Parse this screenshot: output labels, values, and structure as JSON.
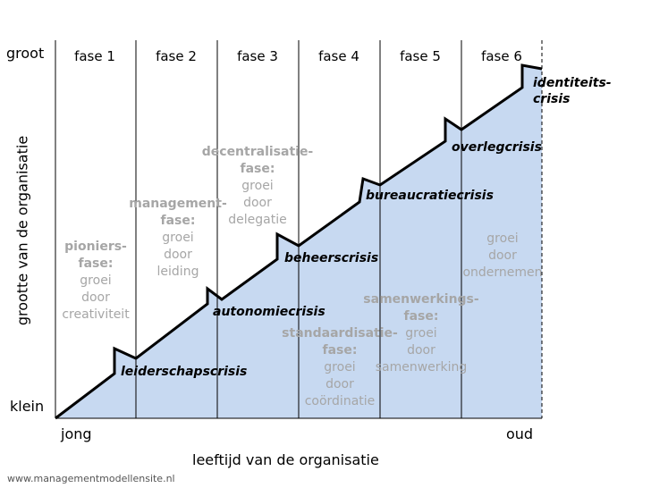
{
  "axes": {
    "y_top": "groot",
    "y_bottom": "klein",
    "y_title": "grootte van de organisatie",
    "x_left": "jong",
    "x_right": "oud",
    "x_title": "leeftijd van de organisatie"
  },
  "phases": [
    "fase 1",
    "fase 2",
    "fase 3",
    "fase 4",
    "fase 5",
    "fase 6"
  ],
  "crises": {
    "c1": "leiderschapscrisis",
    "c2": "autonomiecrisis",
    "c3": "beheerscrisis",
    "c4": "bureaucratiecrisis",
    "c5": "overlegcrisis",
    "c6a": "identiteits-",
    "c6b": "crisis"
  },
  "phase_desc": {
    "p1": {
      "name1": "pioniers-",
      "name2": "fase:",
      "d1": "groei",
      "d2": "door",
      "d3": "creativiteit"
    },
    "p2": {
      "name1": "management-",
      "name2": "fase:",
      "d1": "groei",
      "d2": "door",
      "d3": "leiding"
    },
    "p3": {
      "name1": "decentralisatie-",
      "name2": "fase:",
      "d1": "groei",
      "d2": "door",
      "d3": "delegatie"
    },
    "p4": {
      "name1": "standaardisatie-",
      "name2": "fase:",
      "d1": "groei",
      "d2": "door",
      "d3": "coördinatie"
    },
    "p5": {
      "name1": "samenwerkings-",
      "name2": "fase:",
      "d1": "groei",
      "d2": "door",
      "d3": "samenwerking"
    },
    "p6": {
      "d1": "groei",
      "d2": "door",
      "d3": "ondernemen"
    }
  },
  "credit": "www.managementmodellensite.nl",
  "colors": {
    "fill": "#c7d9f1",
    "line": "#000000",
    "phase_text": "#a6a6a6"
  }
}
